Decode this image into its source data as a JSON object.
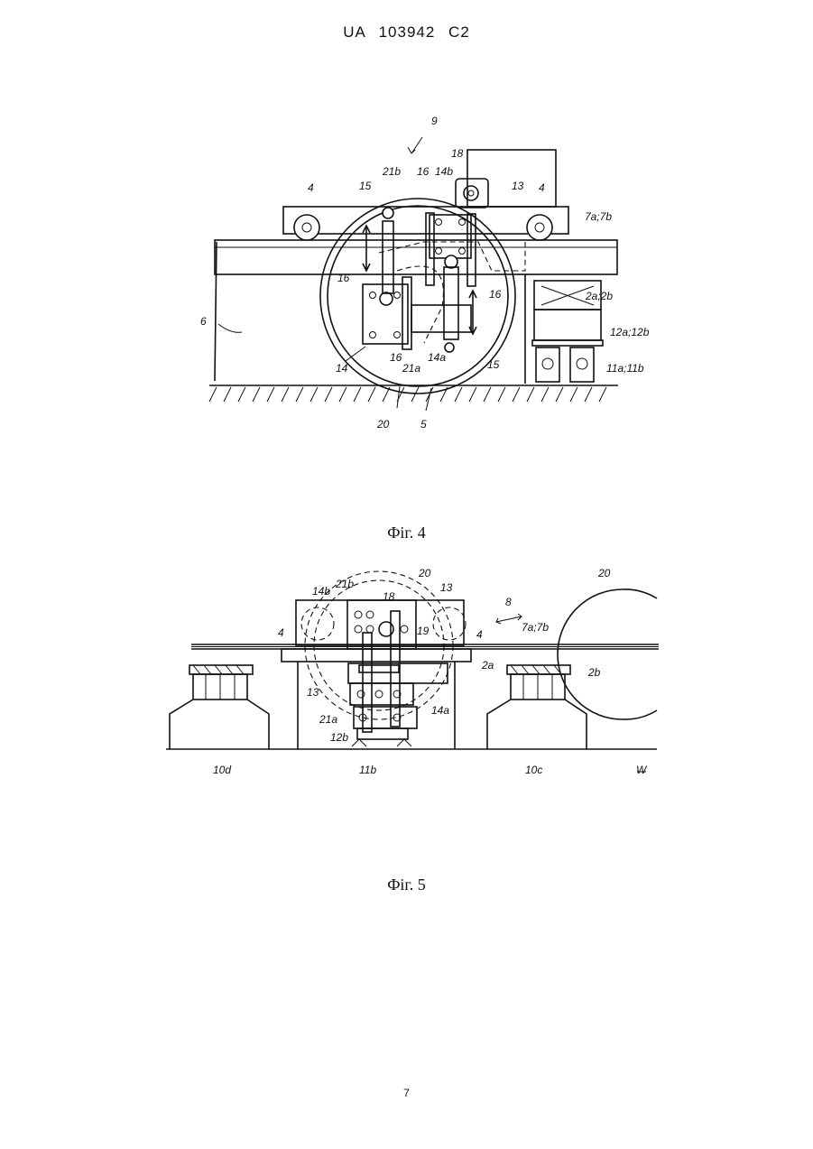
{
  "header": {
    "text": "UA   103942   C2"
  },
  "figure4": {
    "caption": "Фіг. 4",
    "labels": {
      "l9": "9",
      "l18": "18",
      "l21b": "21b",
      "l16a": "16",
      "l14b": "14b",
      "l13": "13",
      "l4a": "4",
      "l4b": "4",
      "l15a": "15",
      "l7a7b": "7a;7b",
      "l16b": "16",
      "l16c": "16",
      "l6": "6",
      "l2a2b": "2a;2b",
      "l12a12b": "12a;12b",
      "l14": "14",
      "l16d": "16",
      "l21a": "21a",
      "l14a": "14a",
      "l15b": "15",
      "l11a11b": "11a;11b",
      "l20": "20",
      "l5": "5"
    }
  },
  "figure5": {
    "caption": "Фіг. 5",
    "labels": {
      "l21b": "21b",
      "l20a": "20",
      "l14b": "14b",
      "l18": "18",
      "l13": "13",
      "l8": "8",
      "l20b": "20",
      "l4a": "4",
      "l19": "19",
      "l4b": "4",
      "l7a7b": "7a;7b",
      "l2a": "2a",
      "l2b": "2b",
      "l13b": "13",
      "l21a": "21a",
      "l14a": "14a",
      "l12b": "12b",
      "l11b": "11b",
      "l10d": "10d",
      "l10c": "10c",
      "lW": "W"
    }
  },
  "page_number": "7"
}
